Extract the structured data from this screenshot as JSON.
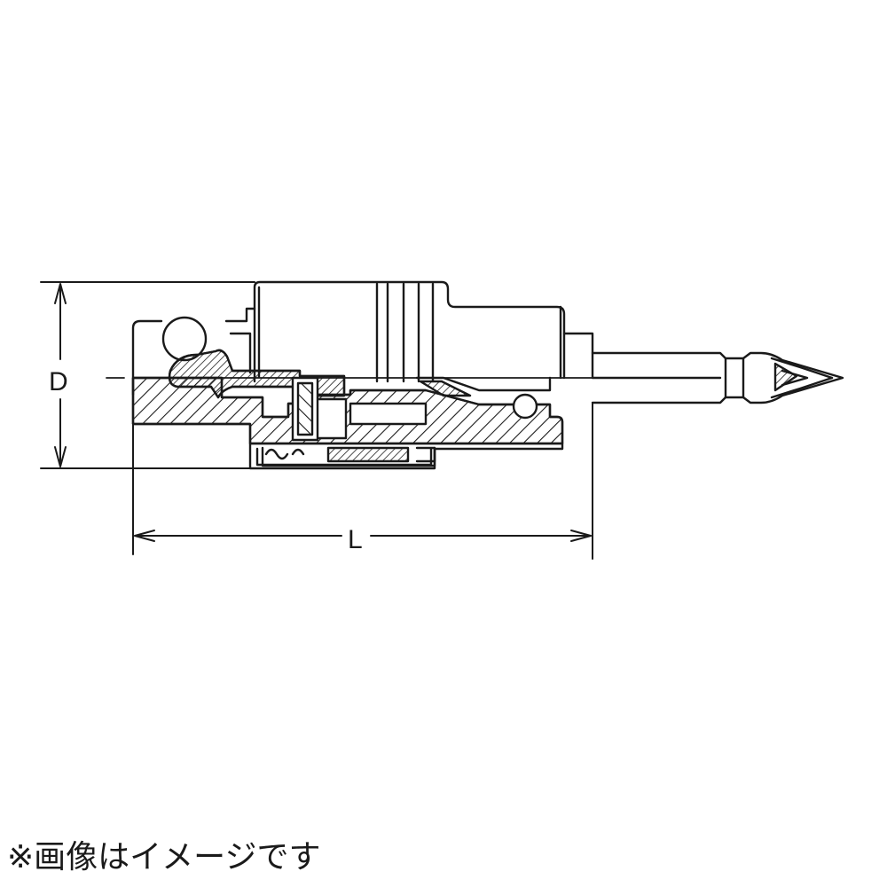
{
  "dimensions": {
    "diameter_label": "D",
    "length_label": "L"
  },
  "caption": "※画像はイメージです"
}
